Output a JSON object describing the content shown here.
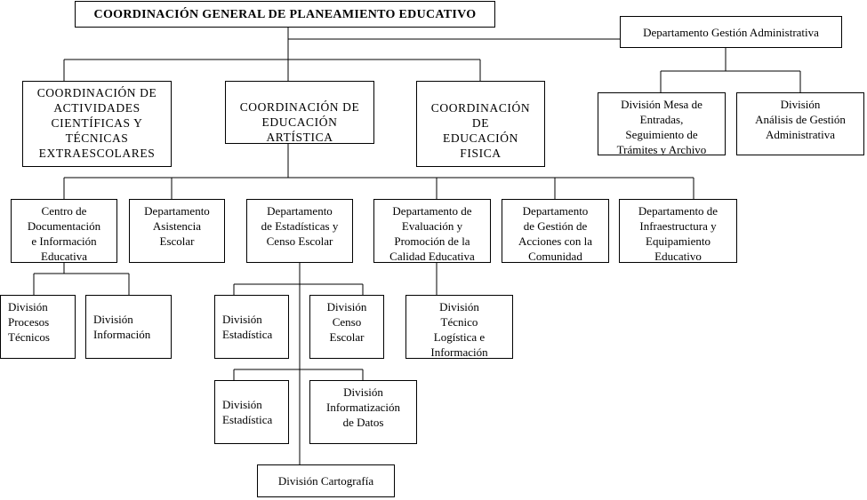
{
  "root": "COORDINACIÓN GENERAL DE PLANEAMIENTO EDUCATIVO",
  "dept_admin": "Departamento Gestión Administrativa",
  "div_mesa": "División Mesa de\nEntradas,\nSeguimiento de\nTrámites y Archivo",
  "div_analisis": "División\nAnálisis de Gestión\nAdministrativa",
  "coord_actividades": "COORDINACIÓN DE\nACTIVIDADES\nCIENTÍFICAS Y\nTÉCNICAS\nEXTRAESCOLARES",
  "coord_artistica": "COORDINACIÓN DE\nEDUCACIÓN\nARTÍSTICA",
  "coord_fisica": "COORDINACIÓN\nDE\nEDUCACIÓN\nFISICA",
  "centro_doc": "Centro de\nDocumentación\ne Información\nEducativa",
  "dept_asistencia": "Departamento\nAsistencia\nEscolar",
  "dept_estadisticas": "Departamento\nde Estadísticas y\nCenso Escolar",
  "dept_evaluacion": "Departamento de\nEvaluación y\nPromoción de la\nCalidad Educativa",
  "dept_acciones": "Departamento\nde Gestión de\nAcciones con la\nComunidad",
  "dept_infra": "Departamento de\nInfraestructura y\nEquipamiento\nEducativo",
  "div_procesos": "División\nProcesos\nTécnicos",
  "div_informacion": "División\nInformación",
  "div_estadistica_1": "División\nEstadística",
  "div_censo": "División\nCenso\nEscolar",
  "div_tecnico": "División\nTécnico\nLogística e\nInformación",
  "div_estadistica_2": "División\nEstadística",
  "div_informatizacion": "División\nInformatización\nde Datos",
  "div_cartografia": "División Cartografía"
}
